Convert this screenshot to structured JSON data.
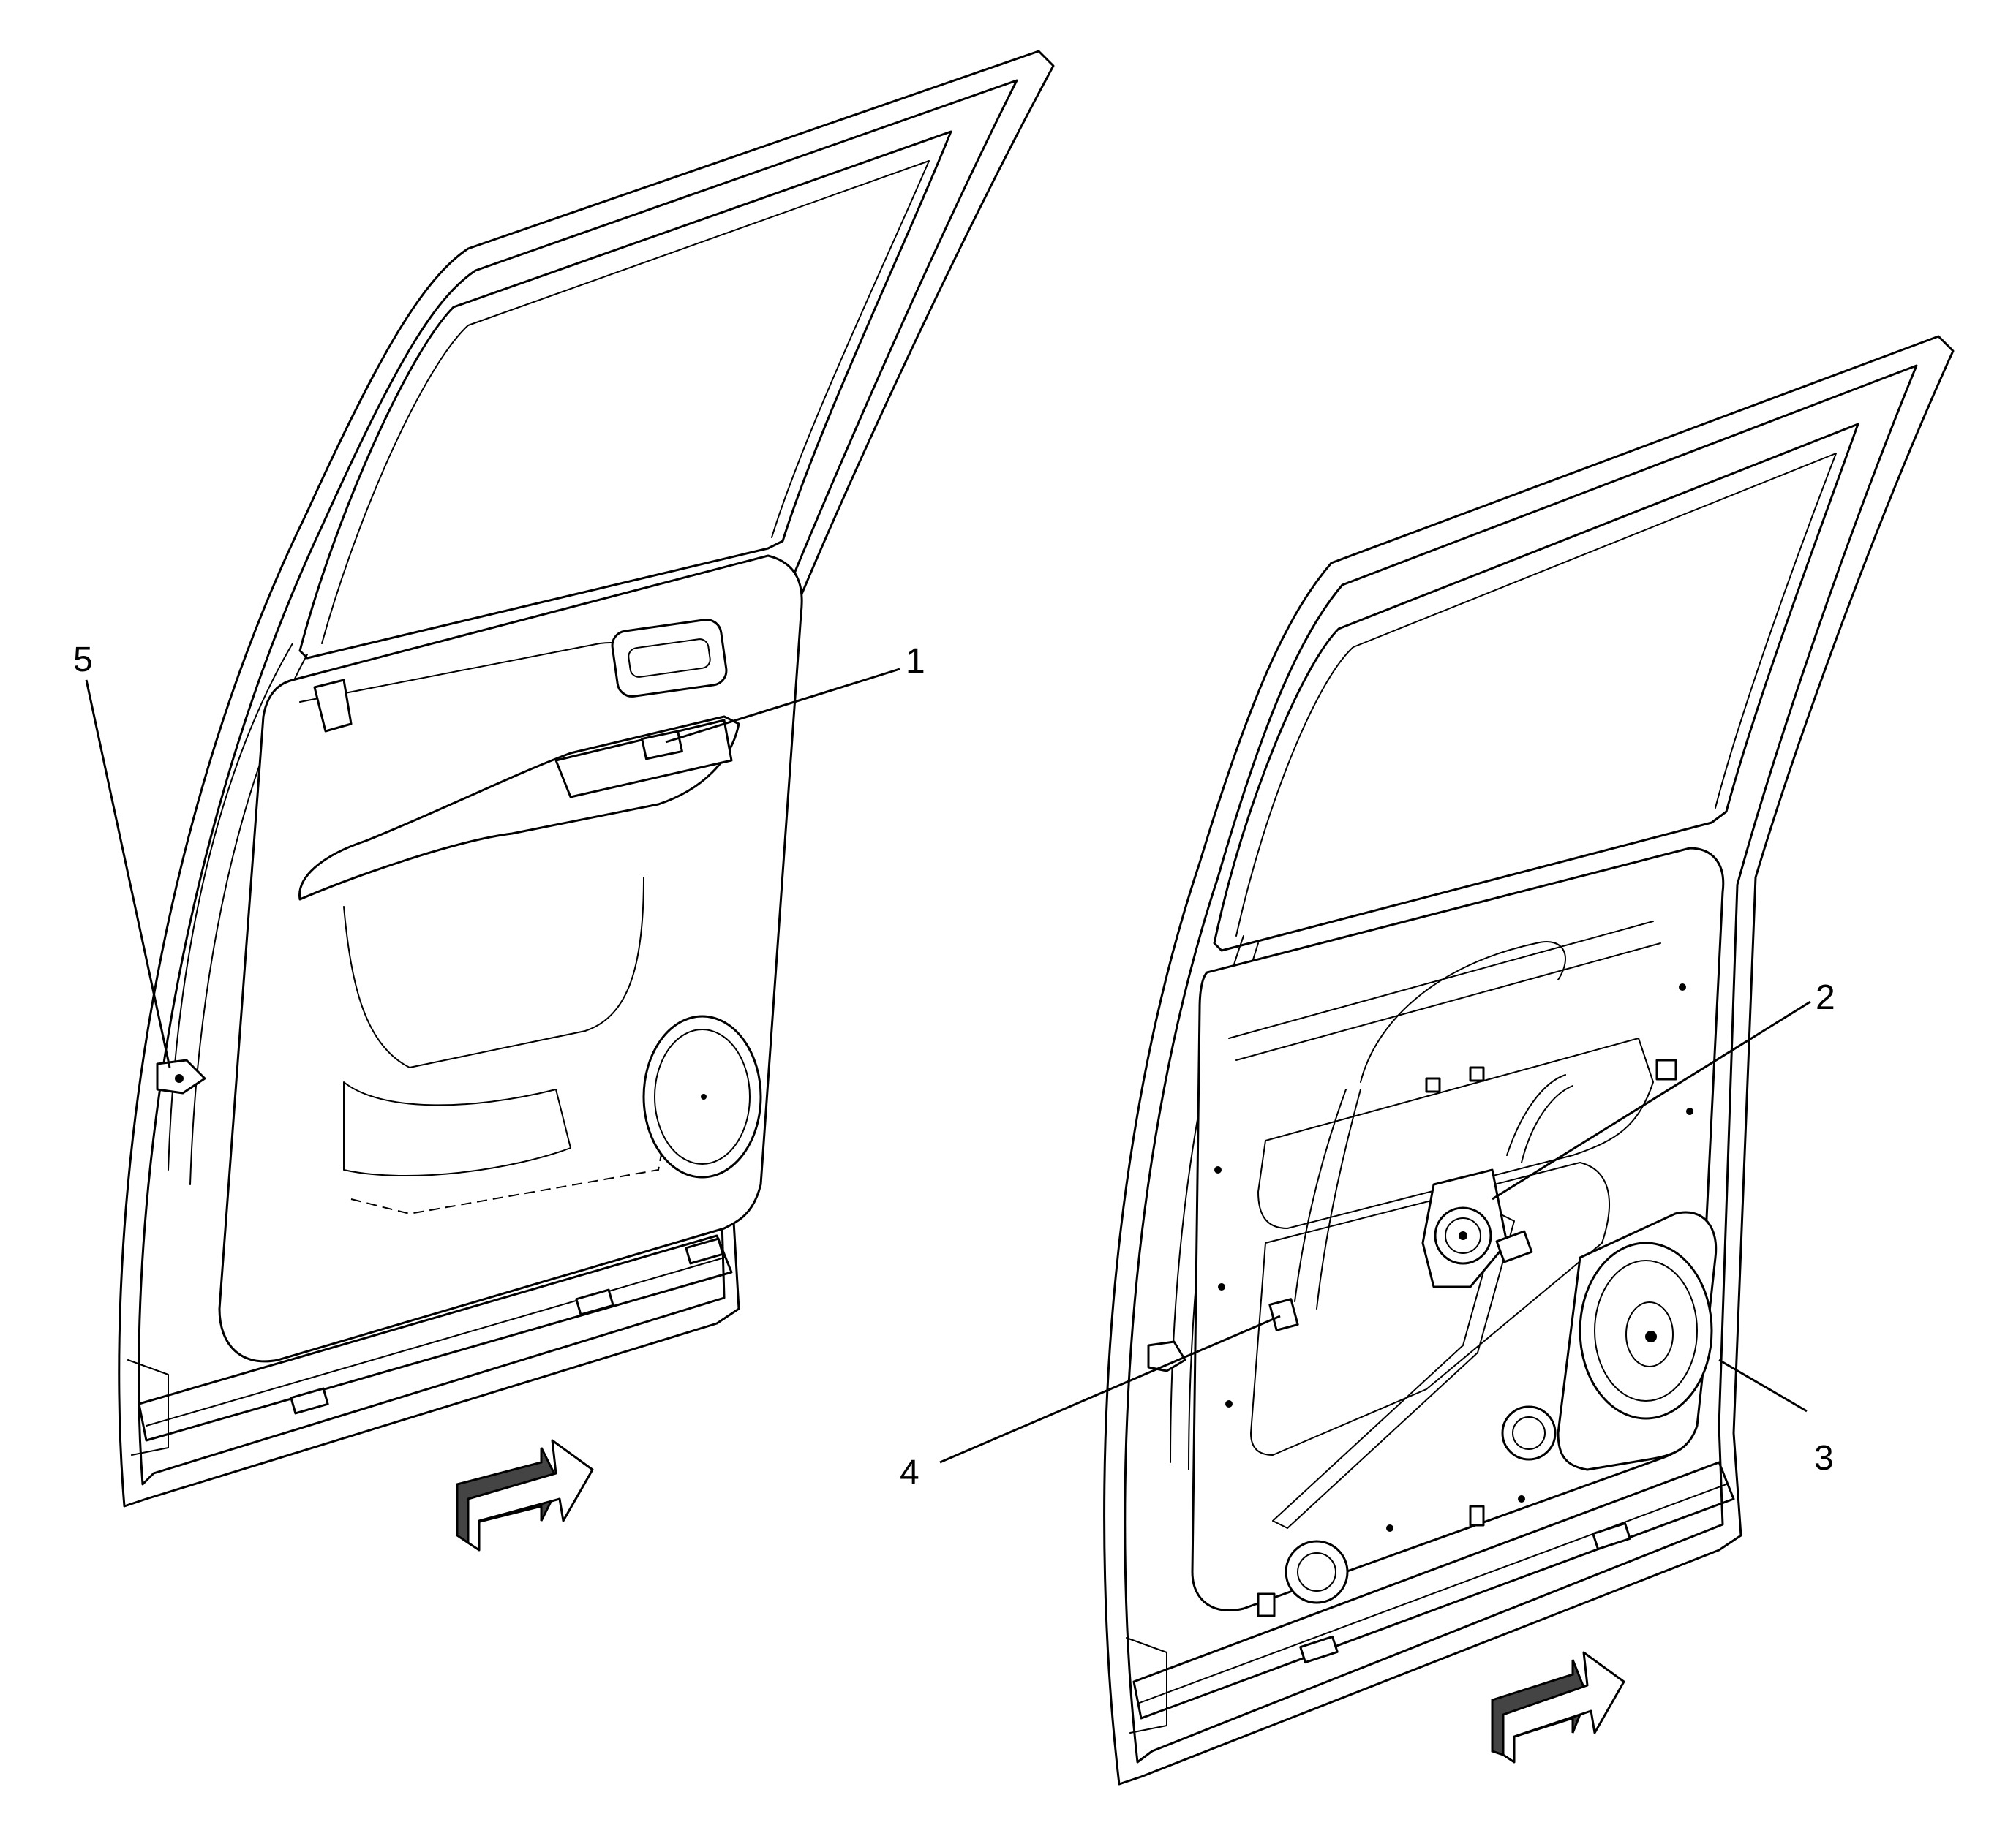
{
  "callouts": [
    {
      "id": "1",
      "text": "1"
    },
    {
      "id": "2",
      "text": "2"
    },
    {
      "id": "3",
      "text": "3"
    },
    {
      "id": "4",
      "text": "4"
    },
    {
      "id": "5",
      "text": "5"
    }
  ],
  "colors": {
    "stroke": "#000000",
    "background": "#ffffff",
    "arrow_shade": "#444444"
  }
}
